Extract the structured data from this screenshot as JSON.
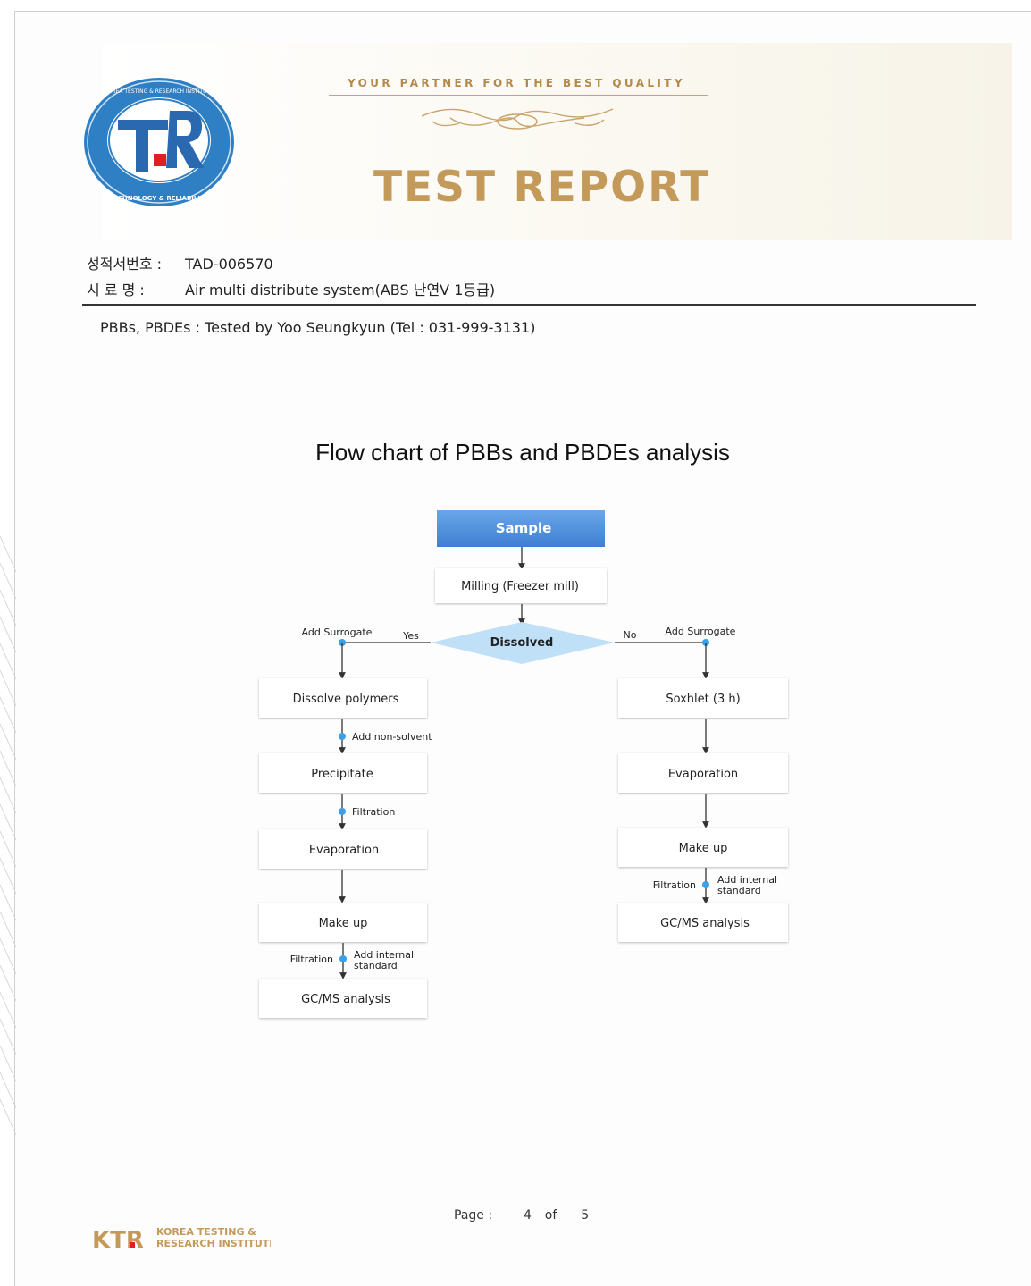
{
  "header": {
    "tagline": "YOUR PARTNER FOR THE BEST QUALITY",
    "report_title": "TEST REPORT",
    "logo_main": "TR",
    "logo_ring_text_top": "KOREA TESTING & RESEARCH INSTITUTE",
    "logo_ring_text_bottom": "TECHNOLOGY & RELIABILITY"
  },
  "meta": {
    "report_no_label": "성적서번호 :",
    "report_no_value": "TAD-006570",
    "sample_label": "시  료  명 :",
    "sample_value": "Air multi distribute system(ABS 난연V 1등급)",
    "tested_by": "PBBs, PBDEs : Tested by Yoo Seungkyun (Tel : 031-999-3131)"
  },
  "flowchart": {
    "title": "Flow chart of PBBs and PBDEs analysis",
    "sample": "Sample",
    "milling": "Milling (Freezer mill)",
    "decision": "Dissolved",
    "yes": "Yes",
    "no": "No",
    "left": {
      "add_surrogate": "Add Surrogate",
      "dissolve": "Dissolve polymers",
      "add_non_solvent": "Add non-solvent",
      "precipitate": "Precipitate",
      "filtration": "Filtration",
      "evaporation": "Evaporation",
      "make_up": "Make up",
      "filtration2": "Filtration",
      "add_internal_1": "Add internal",
      "add_internal_2": "standard",
      "gcms": "GC/MS analysis"
    },
    "right": {
      "add_surrogate": "Add Surrogate",
      "soxhlet": "Soxhlet (3 h)",
      "evaporation": "Evaporation",
      "make_up": "Make up",
      "filtration": "Filtration",
      "add_internal_1": "Add internal",
      "add_internal_2": "standard",
      "gcms": "GC/MS analysis"
    }
  },
  "footer": {
    "page_label": "Page :",
    "page_current": "4",
    "page_of": "of",
    "page_total": "5",
    "ktr_mark": "KTR",
    "ktr_line1": "KOREA TESTING &",
    "ktr_line2": "RESEARCH INSTITUTE"
  },
  "colors": {
    "gold": "#c49a5a",
    "sample_blue": "#4a8ad8",
    "decision_blue": "#b8dcf5",
    "dot_blue": "#3aa0e8",
    "logo_blue": "#3d8fd0"
  }
}
